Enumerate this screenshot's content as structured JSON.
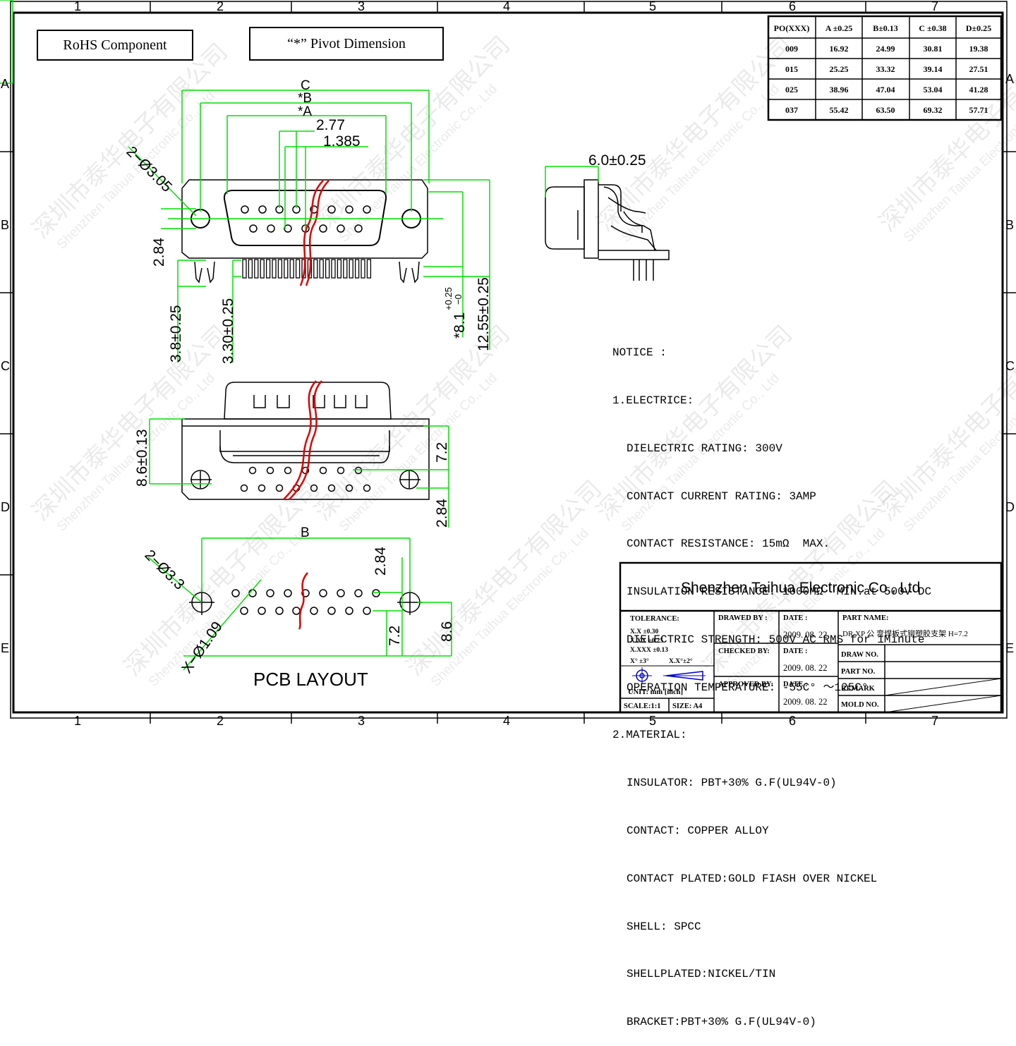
{
  "frame": {
    "col_numbers": [
      "1",
      "2",
      "3",
      "4",
      "5",
      "6",
      "7"
    ],
    "row_letters": [
      "A",
      "B",
      "C",
      "D",
      "E"
    ]
  },
  "labels": {
    "rohs": "RoHS  Component",
    "pivot": "“*” Pivot Dimension",
    "pcb_layout": "PCB  LAYOUT"
  },
  "dimensions": {
    "c": "C",
    "b_star": "*B",
    "a_star": "*A",
    "pitch": "2.77",
    "half_pitch": "1.385",
    "mount_hole": "2−Ø3.05",
    "row_spacing": "2.84",
    "d_3_8": "3.8±0.25",
    "d_3_30": "3.30±0.25",
    "d_8_1": "*8.1",
    "d_8_1_tol": "+0.25",
    "d_8_1_tol2": "−0",
    "d_12_55": "12.55±0.25",
    "side_width": "6.0±0.25",
    "front_8_6": "8.6±0.13",
    "front_7_2": "7.2",
    "front_2_84": "2.84",
    "pcb_b": "B",
    "pcb_hole": "2−Ø3.3",
    "pcb_pin_hole": "X−Ø1.09",
    "pcb_2_84": "2.84",
    "pcb_7_2": "7.2",
    "pcb_8_6": "8.6"
  },
  "dim_table": {
    "headers": [
      "PO(XXX)",
      "A ±0.25",
      "B±0.13",
      "C ±0.38",
      "D±0.25"
    ],
    "rows": [
      [
        "009",
        "16.92",
        "24.99",
        "30.81",
        "19.38"
      ],
      [
        "015",
        "25.25",
        "33.32",
        "39.14",
        "27.51"
      ],
      [
        "025",
        "38.96",
        "47.04",
        "53.04",
        "41.28"
      ],
      [
        "037",
        "55.42",
        "63.50",
        "69.32",
        "57.71"
      ]
    ]
  },
  "notice": {
    "title": "NOTICE :",
    "electric_heading": "1.ELECTRICE:",
    "electric": [
      "DIELECTRIC RATING: 300V",
      "CONTACT CURRENT RATING: 3AMP",
      "CONTACT RESISTANCE: 15mΩ  MAX.",
      "INSULATION RESISTANCE: 1000MΩ  MIN.at 500V DC",
      "DIELECTRIC STRENGTH: 500V AC RMS for 1Minute",
      "OPERATION TEMPERATURE: -55C° ～125C°"
    ],
    "material_heading": "2.MATERIAL:",
    "material": [
      "INSULATOR: PBT+30% G.F(UL94V-0)",
      "CONTACT: COPPER ALLOY",
      "CONTACT PLATED:GOLD FIASH OVER NICKEL",
      "SHELL: SPCC",
      "SHELLPLATED:NICKEL/TIN",
      "BRACKET:PBT+30% G.F(UL94V-0)"
    ]
  },
  "title_block": {
    "company": "Shenzhen Taihua Electronic Co., Ltd",
    "tolerance_label": "TOLERANCE:",
    "tol_x": "X.X   ±0.30",
    "tol_xx": "X.XX  ±0.25",
    "tol_xxx": "X.XXX ±0.13",
    "tol_ang1": "X°  ±3°",
    "tol_ang2": "X.X°±2°",
    "unit": "UNIT: mm  [inch]",
    "scale": "SCALE:1:1",
    "size": "SIZE: A4",
    "drawn_by": "DRAWED BY :",
    "checked_by": "CHECKED BY:",
    "approved_by": "APPROVED BY:",
    "date_label": "DATE :",
    "date1": "2009. 08. 22",
    "date2": "2009. 08. 22",
    "date3": "2009. 08. 22",
    "part_name_label": "PART NAME:",
    "part_name": "DR XP 公 弯焊板式铆塑胶支架 H=7.2",
    "draw_no": "DRAW NO.",
    "part_no": "PART NO.",
    "remark": "REMARK",
    "mold_no": "MOLD NO."
  },
  "watermark": {
    "cn": "深圳市泰华电子有限公司",
    "en": "Shenzhen Taihua Electronic Co., Ltd"
  },
  "colors": {
    "dimension": "#00e000",
    "break_line": "#e00000",
    "ink": "#000000"
  }
}
